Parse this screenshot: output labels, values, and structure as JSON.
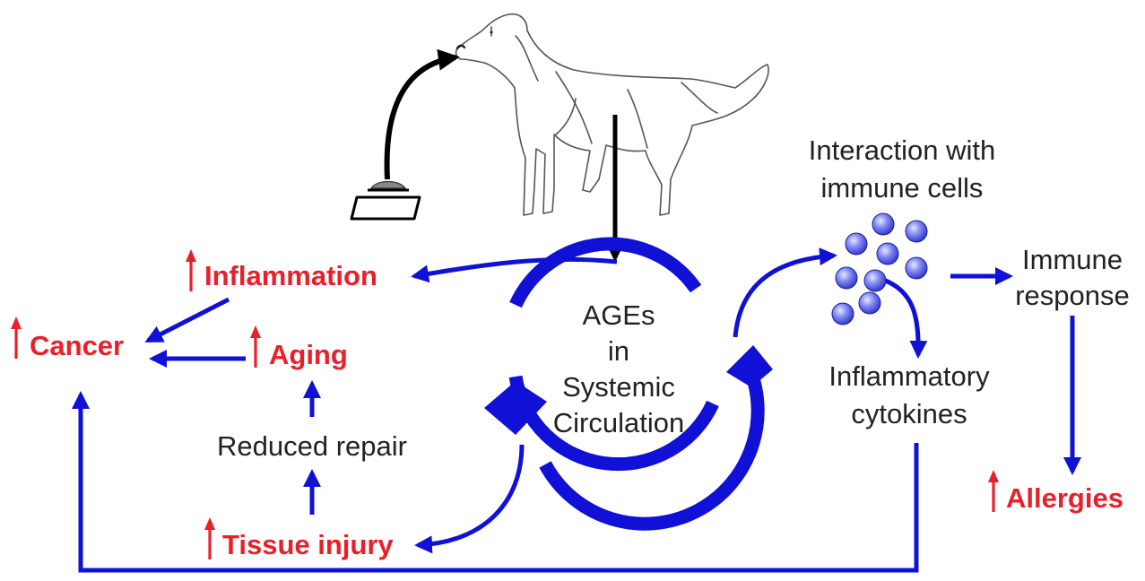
{
  "colors": {
    "flow_arrow": "#1010d6",
    "increase_marker": "#e8202a",
    "text_dark": "#222222",
    "feed_arrow": "#000000",
    "immune_cell": "#4a52e6"
  },
  "icons": {
    "dog": "dog-illustration",
    "feed_bowl": "food-bowl-icon",
    "cells": "immune-cell-cluster-icon",
    "increase": "up-arrow-icon"
  },
  "labels": {
    "ages_line1": "AGEs",
    "ages_line2": "in",
    "ages_line3": "Systemic",
    "ages_line4": "Circulation",
    "interaction_line1": "Interaction with",
    "interaction_line2": "immune cells",
    "immune_response_line1": "Immune",
    "immune_response_line2": "response",
    "inflammatory_line1": "Inflammatory",
    "inflammatory_line2": "cytokines",
    "reduced_repair": "Reduced repair"
  },
  "outcomes": {
    "inflammation": "Inflammation",
    "cancer": "Cancer",
    "aging": "Aging",
    "tissue_injury": "Tissue injury",
    "allergies": "Allergies"
  }
}
